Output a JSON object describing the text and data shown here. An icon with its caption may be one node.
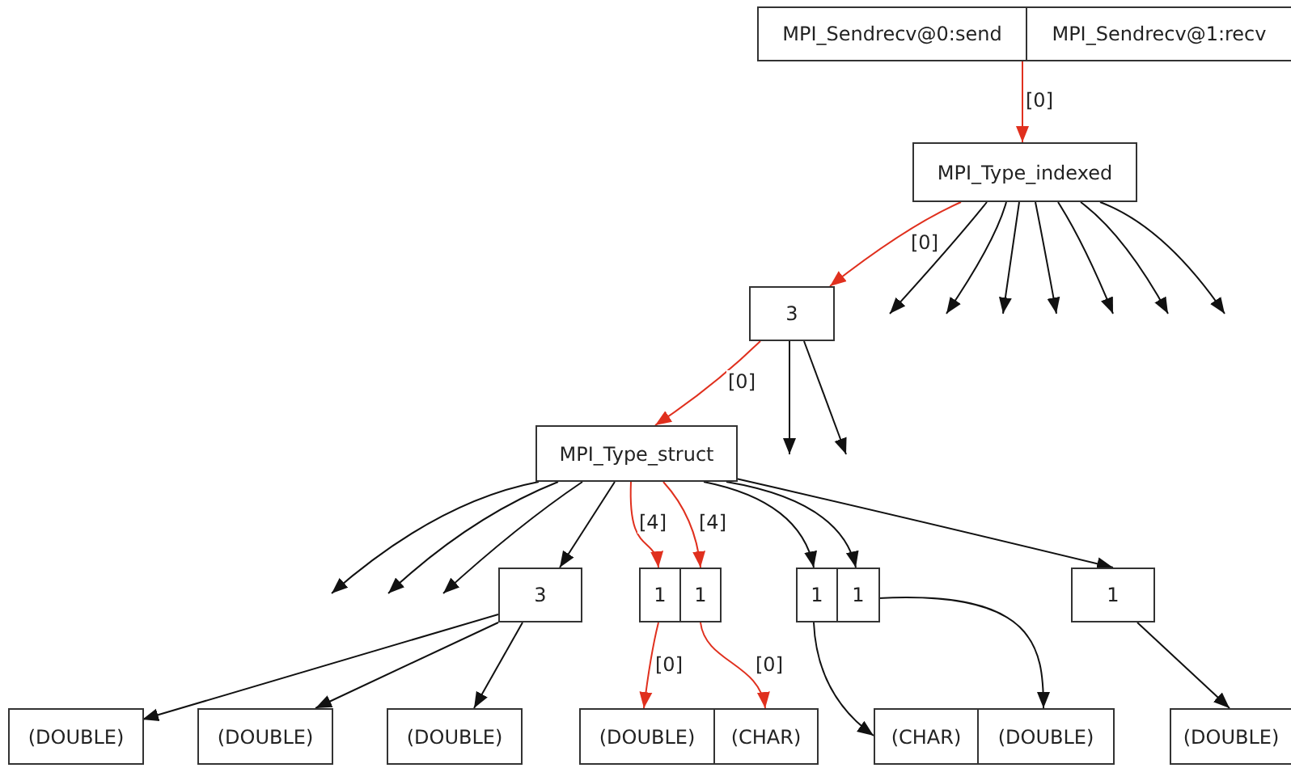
{
  "diagram": {
    "nodes": [
      {
        "text": [
          "MPI_Sendrecv@0:send"
        ]
      },
      {
        "text": [
          "MPI_Sendrecv@1:recv"
        ]
      },
      {
        "text": [
          "MPI_Type_indexed"
        ]
      },
      {
        "text": [
          "3"
        ]
      },
      {
        "text": [
          "MPI_Type_struct"
        ]
      },
      {
        "text": [
          "3"
        ]
      },
      {
        "text": [
          "1"
        ]
      },
      {
        "text": [
          "1"
        ]
      },
      {
        "text": [
          "1"
        ]
      },
      {
        "text": [
          "1"
        ]
      },
      {
        "text": [
          "1"
        ]
      },
      {
        "text": [
          "(DOUBLE)"
        ]
      },
      {
        "text": [
          "(DOUBLE)"
        ]
      },
      {
        "text": [
          "(DOUBLE)"
        ]
      },
      {
        "text": [
          "(DOUBLE)"
        ]
      },
      {
        "text": [
          "(CHAR)"
        ]
      },
      {
        "text": [
          "(CHAR)"
        ]
      },
      {
        "text": [
          "(DOUBLE)"
        ]
      },
      {
        "text": [
          "(DOUBLE)"
        ]
      }
    ],
    "edges": [
      {
        "from": 0,
        "to": 2,
        "arrow": "to",
        "label": "[0]",
        "color": "#e0301e"
      },
      {
        "from": 2,
        "to": 3,
        "arrow": "to",
        "label": "[0]",
        "color": "#e0301e"
      },
      {
        "from": 2,
        "to": null,
        "arrow": "to"
      },
      {
        "from": 2,
        "to": null,
        "arrow": "to"
      },
      {
        "from": 2,
        "to": null,
        "arrow": "to"
      },
      {
        "from": 2,
        "to": null,
        "arrow": "to"
      },
      {
        "from": 2,
        "to": null,
        "arrow": "to"
      },
      {
        "from": 2,
        "to": null,
        "arrow": "to"
      },
      {
        "from": 2,
        "to": null,
        "arrow": "to"
      },
      {
        "from": 3,
        "to": 4,
        "arrow": "to",
        "label": "[0]",
        "color": "#e0301e"
      },
      {
        "from": 3,
        "to": null,
        "arrow": "to"
      },
      {
        "from": 3,
        "to": null,
        "arrow": "to"
      },
      {
        "from": 4,
        "to": null,
        "arrow": "to"
      },
      {
        "from": 4,
        "to": null,
        "arrow": "to"
      },
      {
        "from": 4,
        "to": null,
        "arrow": "to"
      },
      {
        "from": 4,
        "to": 5,
        "arrow": "to"
      },
      {
        "from": 4,
        "to": 6,
        "arrow": "to",
        "label": "[4]",
        "color": "#e0301e"
      },
      {
        "from": 4,
        "to": 7,
        "arrow": "to",
        "label": "[4]",
        "color": "#e0301e"
      },
      {
        "from": 4,
        "to": 8,
        "arrow": "to"
      },
      {
        "from": 4,
        "to": 9,
        "arrow": "to"
      },
      {
        "from": 4,
        "to": 10,
        "arrow": "to"
      },
      {
        "from": 5,
        "to": 11,
        "arrow": "to"
      },
      {
        "from": 5,
        "to": 12,
        "arrow": "to"
      },
      {
        "from": 5,
        "to": 13,
        "arrow": "to"
      },
      {
        "from": 6,
        "to": 14,
        "arrow": "to",
        "label": "[0]",
        "color": "#e0301e"
      },
      {
        "from": 7,
        "to": 15,
        "arrow": "to",
        "label": "[0]",
        "color": "#e0301e"
      },
      {
        "from": 8,
        "to": 16,
        "arrow": "to"
      },
      {
        "from": 9,
        "to": 17,
        "arrow": "to"
      },
      {
        "from": 10,
        "to": 18,
        "arrow": "to"
      }
    ]
  }
}
